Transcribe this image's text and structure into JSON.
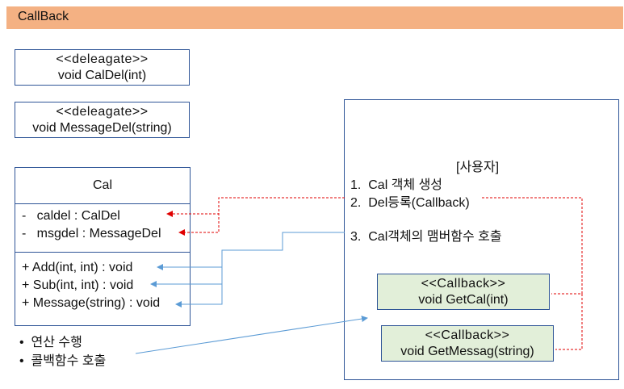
{
  "header": {
    "title": "CallBack"
  },
  "delegates": [
    {
      "stereotype": "<<deleagate>>",
      "signature": "void  CalDel(int)"
    },
    {
      "stereotype": "<<deleagate>>",
      "signature": "void MessageDel(string)"
    }
  ],
  "cal_class": {
    "name": "Cal",
    "fields": [
      "-   caldel : CalDel",
      "-   msgdel : MessageDel"
    ],
    "methods": [
      "+ Add(int, int) : void",
      "+ Sub(int, int) : void",
      "+ Message(string) : void"
    ]
  },
  "notes": [
    "•  연산 수행",
    "•  콜백함수 호출"
  ],
  "user": {
    "title": "[사용자]",
    "steps": [
      "1.  Cal 객체 생성",
      "2.  Del등록(Callback)",
      "3.  Cal객체의 맴버함수 호출"
    ],
    "callbacks": [
      {
        "stereotype": "<<Callback>>",
        "signature": "void GetCal(int)"
      },
      {
        "stereotype": "<<Callback>>",
        "signature": "void GetMessag(string)"
      }
    ]
  }
}
